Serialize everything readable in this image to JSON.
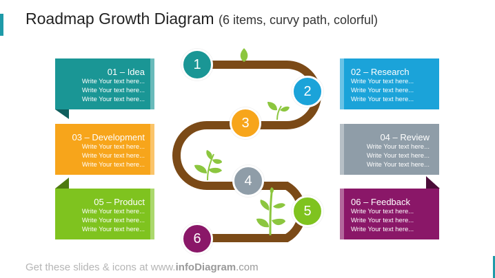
{
  "title": "Roadmap Growth Diagram",
  "subtitle": "(6 items, curvy path, colorful)",
  "footer_prefix": "Get these slides & icons at www.",
  "footer_brand": "infoDiagram",
  "footer_suffix": ".com",
  "placeholder_line": "Write Your text here...",
  "items": [
    {
      "number": "1",
      "label": "01 – Idea",
      "color": "#1a9695"
    },
    {
      "number": "2",
      "label": "02 – Research",
      "color": "#1ba3d9"
    },
    {
      "number": "3",
      "label": "03 – Development",
      "color": "#f7a51b"
    },
    {
      "number": "4",
      "label": "04 – Review",
      "color": "#8f9da8"
    },
    {
      "number": "5",
      "label": "05 – Product",
      "color": "#7fc31f"
    },
    {
      "number": "6",
      "label": "06 – Feedback",
      "color": "#8a1768"
    }
  ],
  "path_color": "#7b4a17",
  "leaf_color": "#8cc63f"
}
